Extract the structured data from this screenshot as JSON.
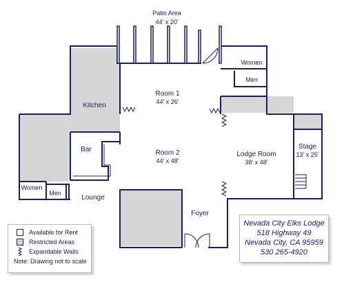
{
  "colors": {
    "wall": "#1a1a7a",
    "restricted": "#d6d6d6",
    "available": "#ffffff"
  },
  "rooms": {
    "patio": {
      "name": "Patio Area",
      "size": "44' x 20'"
    },
    "room1": {
      "name": "Room 1",
      "size": "44' x 26'"
    },
    "room2": {
      "name": "Room 2",
      "size": "44' x 48'"
    },
    "lodge_room": {
      "name": "Lodge Room",
      "size": "38' x 48'"
    },
    "stage": {
      "name": "Stage",
      "size": "13' x 25'"
    },
    "kitchen": "Kitchen",
    "bar": "Bar",
    "lounge": "Lounge",
    "foyer": "Foyer",
    "women_upper": "Women",
    "men_upper": "Men",
    "women_lower": "Women",
    "men_lower": "Men"
  },
  "legend": {
    "available": "Available for Rent",
    "restricted": "Restricted Areas",
    "expandable": "Expandable Walls",
    "note": "Note: Drawing not to scale"
  },
  "address": {
    "name": "Nevada City Elks Lodge",
    "street": "518 Highway 49",
    "city": "Nevada City, CA 95959",
    "phone": "530 265-4920"
  }
}
